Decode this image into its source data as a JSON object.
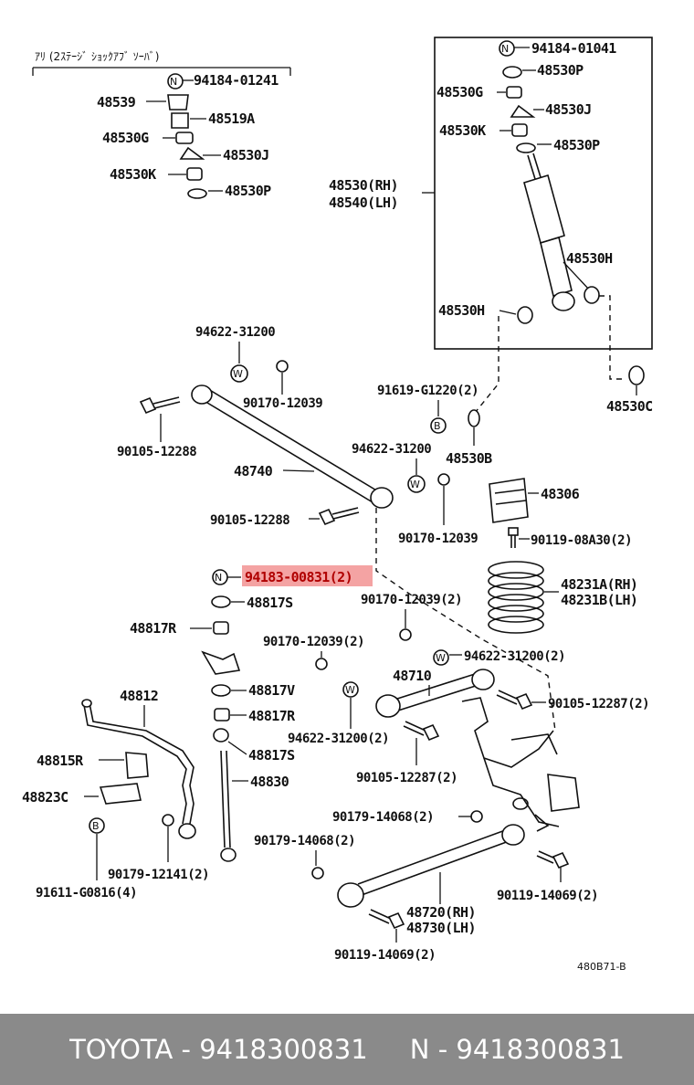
{
  "diagram": {
    "note": "ｱﾘ (2ｽﾃｰｼﾞ ｼｮｯｸｱﾌﾞ ｿｰﾊﾞ)",
    "code": "480B71-B",
    "circle_letters": {
      "n": "N",
      "w": "W",
      "b": "B"
    },
    "labels": {
      "p94184_01241": "94184-01241",
      "p48539": "48539",
      "p48519A": "48519A",
      "p48530G_l": "48530G",
      "p48530J_l": "48530J",
      "p48530K_l": "48530K",
      "p48530P_l": "48530P",
      "p94184_01041": "94184-01041",
      "p48530P_r1": "48530P",
      "p48530G_r": "48530G",
      "p48530J_r": "48530J",
      "p48530K_r": "48530K",
      "p48530P_r2": "48530P",
      "p48530_rh": "48530(RH)",
      "p48540_lh": "48540(LH)",
      "p48530H_r": "48530H",
      "p48530H_l": "48530H",
      "p48530C": "48530C",
      "p94622_31200_a": "94622-31200",
      "p90170_12039_a": "90170-12039",
      "p90105_12288_a": "90105-12288",
      "p48740": "48740",
      "p91619_G1220": "91619-G1220(2)",
      "p94622_31200_b": "94622-31200",
      "p48530B": "48530B",
      "p48306": "48306",
      "p90105_12288_b": "90105-12288",
      "p90170_12039_b": "90170-12039",
      "p90119_08A30": "90119-08A30(2)",
      "p94183_00831": "94183-00831(2)",
      "p48817S_a": "48817S",
      "p90170_12039_c": "90170-12039(2)",
      "p48231A": "48231A(RH)",
      "p48231B": "48231B(LH)",
      "p48817R_a": "48817R",
      "p90170_12039_d": "90170-12039(2)",
      "p94622_31200_c": "94622-31200(2)",
      "p48710": "48710",
      "p48812": "48812",
      "p48817V": "48817V",
      "p90105_12287_a": "90105-12287(2)",
      "p48817R_b": "48817R",
      "p94622_31200_d": "94622-31200(2)",
      "p48815R": "48815R",
      "p48817S_b": "48817S",
      "p90105_12287_b": "90105-12287(2)",
      "p48830": "48830",
      "p48823C": "48823C",
      "p90179_14068_a": "90179-14068(2)",
      "p90179_14068_b": "90179-14068(2)",
      "p90119_14069_a": "90119-14069(2)",
      "p90179_12141": "90179-12141(2)",
      "p91611_G0816": "91611-G0816(4)",
      "p48720": "48720(RH)",
      "p48730": "48730(LH)",
      "p90119_14069_b": "90119-14069(2)"
    },
    "highlight_color": "#f4a3a3"
  },
  "footer": {
    "left": "TOYOTA - 9418300831",
    "right": "N - 9418300831"
  }
}
